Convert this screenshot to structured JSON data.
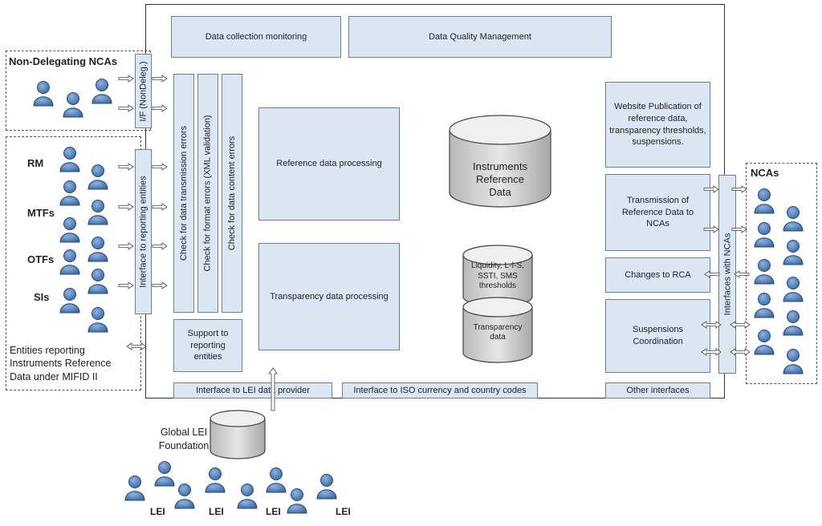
{
  "main": {
    "data_collection": "Data collection monitoring",
    "data_quality": "Data Quality Management",
    "reference_processing": "Reference data processing",
    "transparency_processing": "Transparency data processing",
    "support": "Support to reporting entities",
    "checks": {
      "transmission": "Check for data transmission errors",
      "format": "Check for format errors (XML validation)",
      "content": "Check for data content errors"
    },
    "databases": {
      "instruments": "Instruments Reference Data",
      "thresholds": "Liquidity, L-I-S, SSTI, SMS thresholds",
      "transparency": "Transparency data"
    },
    "right": {
      "website": "Website Publication of reference data, transparency thresholds, suspensions.",
      "transmission": "Transmission of Reference Data to NCAs",
      "changes": "Changes to RCA",
      "suspensions": "Suspensions Coordination"
    },
    "interfaces": {
      "lei": "Interface to LEI data provider",
      "iso": "Interface to ISO currency and country codes",
      "other": "Other interfaces",
      "nondeleg": "I/F (NonDeleg.)",
      "reporting": "Interface to reporting entities",
      "ncas": "Interfaces with NCAs"
    }
  },
  "left": {
    "non_delegating_title": "Non-Delegating NCAs",
    "rm": "RM",
    "mtfs": "MTFs",
    "otfs": "OTFs",
    "sis": "SIs",
    "entities_caption": "Entities reporting Instruments Reference Data under MIFID II"
  },
  "right_group": {
    "ncas_title": "NCAs"
  },
  "bottom": {
    "lei_foundation": "Global LEI Foundation",
    "lei_labels": [
      "LEI",
      "LEI",
      "LEI",
      "LEI"
    ]
  },
  "colors": {
    "box_fill": "#dce6f2",
    "person_fill": "#4f81bd",
    "db_fill": "#d9d9d9"
  }
}
